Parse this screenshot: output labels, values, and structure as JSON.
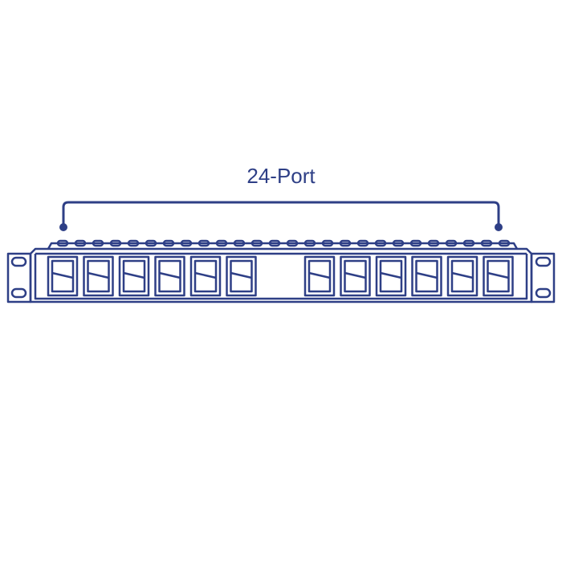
{
  "label": "24-Port",
  "colors": {
    "stroke": "#2e3f86"
  },
  "port_groups": 2,
  "ports_per_group": 6
}
